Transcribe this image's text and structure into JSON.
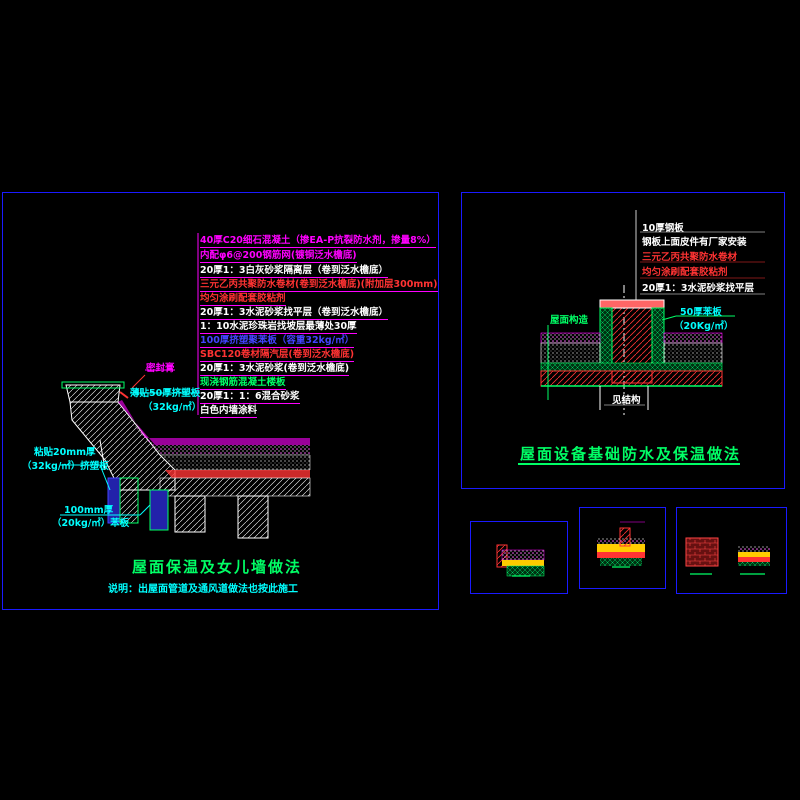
{
  "panel1": {
    "layers": [
      {
        "text": "40厚C20细石混凝土（掺EA-P抗裂防水剂，掺量8%）",
        "color": "#ff00ff"
      },
      {
        "text": "内配φ6@200钢筋网(镀铜泛水檐底)",
        "color": "#ff00ff"
      },
      {
        "text": "20厚1：3白灰砂浆隔离层（卷到泛水檐底）",
        "color": "#ffffff"
      },
      {
        "text": "三元乙丙共聚防水卷材(卷到泛水檐底)(附加层300mm)",
        "color": "#ff3333"
      },
      {
        "text": "均匀涂刷配套胶粘剂",
        "color": "#ff3333"
      },
      {
        "text": "20厚1：3水泥砂浆找平层（卷到泛水檐底）",
        "color": "#ffffff"
      },
      {
        "text": "1：10水泥珍珠岩找坡层最薄处30厚",
        "color": "#ffffff"
      },
      {
        "text": "100厚挤塑聚苯板（容重32kg/㎡）",
        "color": "#4444ff"
      },
      {
        "text": "SBC120卷材隔汽层(卷到泛水檐底)",
        "color": "#ff3333"
      },
      {
        "text": "20厚1：3水泥砂浆(卷到泛水檐底)",
        "color": "#ffffff"
      },
      {
        "text": "现浇钢筋混凝土楼板",
        "color": "#00ff66"
      },
      {
        "text": "20厚1：1：6混合砂浆",
        "color": "#ffffff"
      },
      {
        "text": "白色内墙涂料",
        "color": "#ffffff"
      }
    ],
    "label_sealant": "密封膏",
    "label_edge": "薄贴50厚挤塑板",
    "label_edge_density": "（32kg/㎡）",
    "label_left": "粘贴20mm厚",
    "label_left_density": "（32kg/㎡）挤塑板",
    "label_bottom": "100mm厚",
    "label_bottom_density": "（20kg/㎡）苯板",
    "title": "屋面保温及女儿墙做法",
    "note": "说明：出屋面管道及通风道做法也按此施工"
  },
  "panel2": {
    "layers": [
      {
        "text": "10厚钢板",
        "color": "#ffffff"
      },
      {
        "text": "钢板上面皮件有厂家安装",
        "color": "#ffffff"
      },
      {
        "text": "三元乙丙共聚防水卷材",
        "color": "#ff3333"
      },
      {
        "text": "均匀涂刷配套胶粘剂",
        "color": "#ff3333"
      },
      {
        "text": "20厚1：3水泥砂浆找平层",
        "color": "#ffffff"
      }
    ],
    "label_slab": "屋面构造",
    "label_board": "50厚苯板",
    "label_board_density": "（20Kg/㎡）",
    "label_beam": "见结构",
    "title": "屋面设备基础防水及保温做法"
  },
  "colors": {
    "border": "#1a1aff",
    "title": "#00ff66",
    "note": "#00ffff"
  }
}
